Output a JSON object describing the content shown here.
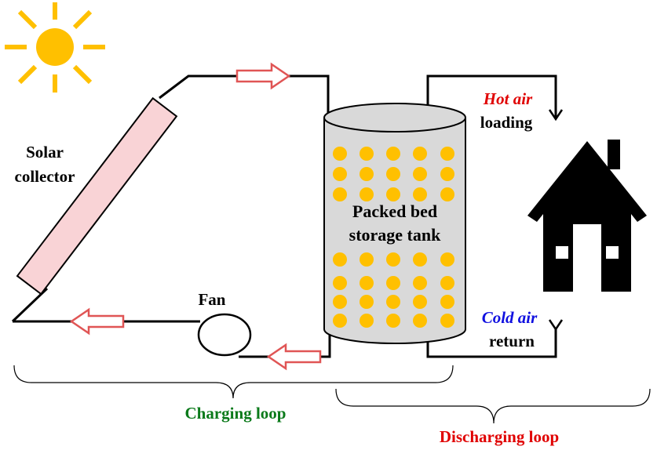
{
  "labels": {
    "solar_collector_line1": "Solar",
    "solar_collector_line2": "collector",
    "fan": "Fan",
    "tank_line1": "Packed bed",
    "tank_line2": "storage tank",
    "hot_air": "Hot air",
    "loading": "loading",
    "cold_air": "Cold air",
    "return": "return",
    "charging_loop": "Charging loop",
    "discharging_loop": "Discharging loop"
  },
  "icons": {
    "sun": "sun-icon",
    "house": "house-icon",
    "flow_arrow": "flow-arrow-icon"
  },
  "colors": {
    "sun": "#FFC000",
    "collector_fill": "#F9D3D6",
    "tank_fill": "#D9D9D9",
    "pellet": "#FFC000",
    "flow_arrow": "#E05555",
    "hot_air": "#E00000",
    "cold_air": "#1010E0",
    "charging_loop": "#0A7A1A",
    "discharging_loop": "#E00000",
    "line": "#000000"
  }
}
